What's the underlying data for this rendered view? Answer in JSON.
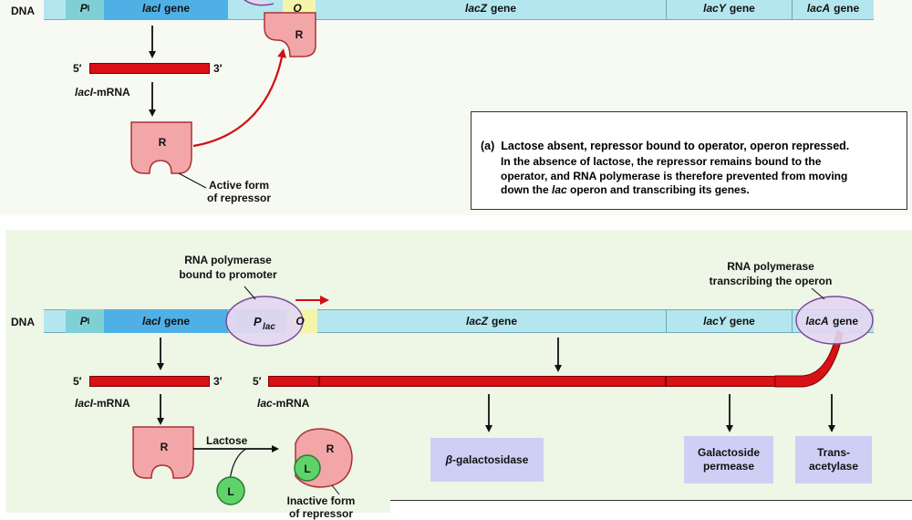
{
  "panel_a": {
    "dna_label": "DNA",
    "genes": {
      "p_i": "P",
      "p_i_sub": "I",
      "laci": "lacI",
      "gene_word": "gene",
      "operator": "O",
      "lacz": "lacZ",
      "lacy": "lacY",
      "laca": "lacA"
    },
    "mrna_5": "5′",
    "mrna_3": "3′",
    "mrna_label_italic": "lacI",
    "mrna_label_suffix": "-mRNA",
    "repressor_letter": "R",
    "active_form": "Active form",
    "of_repressor": "of repressor",
    "caption": {
      "tag": "(a)",
      "heading": "Lactose absent, repressor bound to operator, operon repressed.",
      "line1": "In the absence of lactose, the repressor remains bound to the",
      "line2": "operator, and RNA polymerase is therefore prevented from moving",
      "line3_pre": "down the ",
      "line3_italic": "lac",
      "line3_post": " operon and transcribing its genes."
    }
  },
  "panel_b": {
    "dna_label": "DNA",
    "rnap_promoter_1": "RNA polymerase",
    "rnap_promoter_2": "bound to promoter",
    "rnap_transcribing_1": "RNA polymerase",
    "rnap_transcribing_2": "transcribing the operon",
    "genes": {
      "p_i": "P",
      "p_i_sub": "I",
      "laci": "lacI",
      "gene_word": "gene",
      "p_lac": "P",
      "p_lac_sub": "lac",
      "operator": "O",
      "lacz": "lacZ",
      "lacy": "lacY",
      "laca": "lacA"
    },
    "mrna_5": "5′",
    "mrna_3": "3′",
    "laci_mrna_italic": "lacI",
    "lac_mrna_italic": "lac",
    "mrna_suffix": "-mRNA",
    "repressor_letter": "R",
    "lactose": "Lactose",
    "lactose_letter": "L",
    "inactive_form": "Inactive form",
    "of_repressor": "of repressor",
    "proteins": {
      "bgal_symbol": "β",
      "bgal_rest": "-galactosidase",
      "permease_1": "Galactoside",
      "permease_2": "permease",
      "trans_1": "Trans-",
      "trans_2": "acetylase"
    }
  },
  "colors": {
    "dna_strip": "#b4e6ef",
    "promoter": "#7fd0d6",
    "laci_gene": "#4fb0e6",
    "operator": "#f4f5a8",
    "mrna": "#d91016",
    "repressor": "#f2a6a8",
    "polymerase": "#e3d6f2",
    "lactose": "#5fd36a",
    "protein_box": "#cfcff5"
  }
}
